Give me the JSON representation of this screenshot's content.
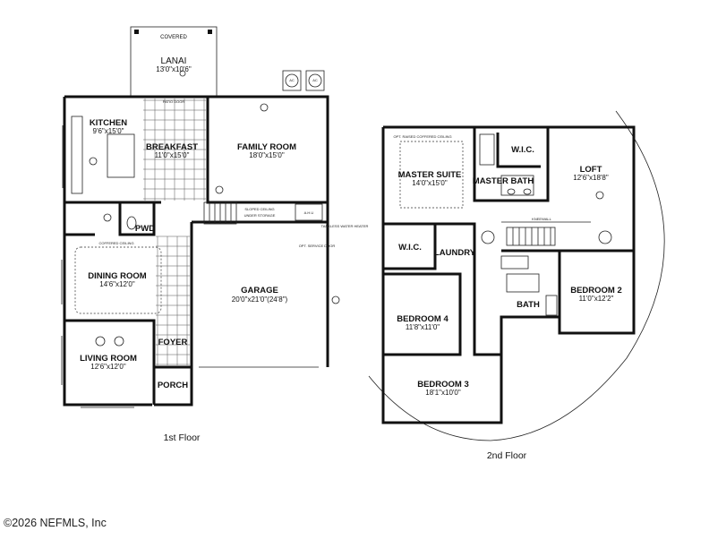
{
  "first_floor": {
    "caption": "1st Floor",
    "rooms": {
      "covered_lanai": {
        "name1": "COVERED",
        "name2": "LANAI",
        "dims": "13'0\"x10'6\""
      },
      "kitchen": {
        "name": "KITCHEN",
        "dims": "9'6\"x15'0\""
      },
      "breakfast": {
        "name": "BREAKFAST",
        "dims": "11'0\"x15'0\""
      },
      "family_room": {
        "name": "FAMILY ROOM",
        "dims": "18'0\"x15'0\""
      },
      "pwd": {
        "name": "PWD"
      },
      "dining_room": {
        "name": "DINING ROOM",
        "dims": "14'6\"x12'0\""
      },
      "garage": {
        "name": "GARAGE",
        "dims": "20'0\"x21'0\"(24'8\")"
      },
      "foyer": {
        "name": "FOYER"
      },
      "living_room": {
        "name": "LIVING ROOM",
        "dims": "12'6\"x12'0\""
      },
      "porch": {
        "name": "PORCH"
      }
    },
    "notes": {
      "patio_door": "PATIO DOOR",
      "coffered_ceiling": "COFFERED CEILING",
      "tankless": "TANKLESS WATER HEATER",
      "opt_service_door": "OPT. SERVICE DOOR",
      "sloped_ceiling": "SLOPED CEILING",
      "under_storage": "UNDER STORAGE",
      "ahu": "A.H.U",
      "ac1": "AC",
      "ac2": "AC"
    }
  },
  "second_floor": {
    "caption": "2nd Floor",
    "rooms": {
      "master_suite": {
        "name": "MASTER SUITE",
        "dims": "14'0\"x15'0\""
      },
      "master_wic": {
        "name": "W.I.C."
      },
      "master_bath": {
        "name": "MASTER BATH"
      },
      "loft": {
        "name": "LOFT",
        "dims": "12'6\"x18'8\""
      },
      "wic": {
        "name": "W.I.C."
      },
      "laundry": {
        "name": "LAUNDRY"
      },
      "bedroom2": {
        "name": "BEDROOM 2",
        "dims": "11'0\"x12'2\""
      },
      "bath": {
        "name": "BATH"
      },
      "bedroom4": {
        "name": "BEDROOM 4",
        "dims": "11'8\"x11'0\""
      },
      "bedroom3": {
        "name": "BEDROOM 3",
        "dims": "18'1\"x10'0\""
      }
    },
    "notes": {
      "opt_raised_ceiling": "OPT. RAISED COFFERED CEILING",
      "kneewall": "KNEEWALL"
    }
  },
  "copyright": "©2026 NEFMLS, Inc"
}
